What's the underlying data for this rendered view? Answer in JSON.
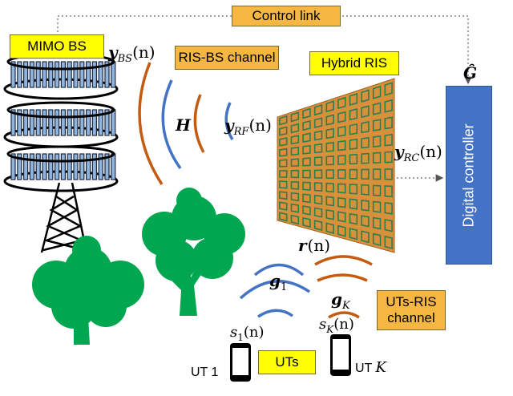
{
  "labels": {
    "control_link": "Control link",
    "mimo_bs": "MIMO BS",
    "ris_bs_channel": "RIS-BS channel",
    "hybrid_ris": "Hybrid RIS",
    "uts_ris_channel_line1": "UTs-RIS",
    "uts_ris_channel_line2": "channel",
    "uts": "UTs",
    "digital_controller": "Digital controller"
  },
  "math": {
    "y_bs": {
      "base": "y",
      "sub": "BS",
      "arg": "(n)"
    },
    "H": "H",
    "y_rf": {
      "base": "y",
      "sub": "RF",
      "arg": "(n)"
    },
    "y_rc": {
      "base": "y",
      "sub": "RC",
      "arg": "(n)"
    },
    "G_hat": "Ĝ",
    "r_n": {
      "base": "r",
      "arg": "(n)"
    },
    "g_1": {
      "base": "g",
      "sub": "1"
    },
    "g_K": {
      "base": "g",
      "sub": "K"
    },
    "s_1": {
      "base": "s",
      "sub": "1",
      "arg": "(n)"
    },
    "s_K": {
      "base": "s",
      "sub": "K",
      "arg": "(n)"
    }
  },
  "terminals": {
    "ut1": "UT 1",
    "utk_prefix": "UT ",
    "utk_var": "K"
  },
  "colors": {
    "yellow_box": "#ffff00",
    "orange_box": "#f5b642",
    "controller": "#4472c4",
    "wave_orange": "#c55a11",
    "wave_blue": "#4472c4",
    "tree": "#00a650",
    "ris_panel": "#d9903a",
    "ris_cell": "#2e7d4f"
  }
}
